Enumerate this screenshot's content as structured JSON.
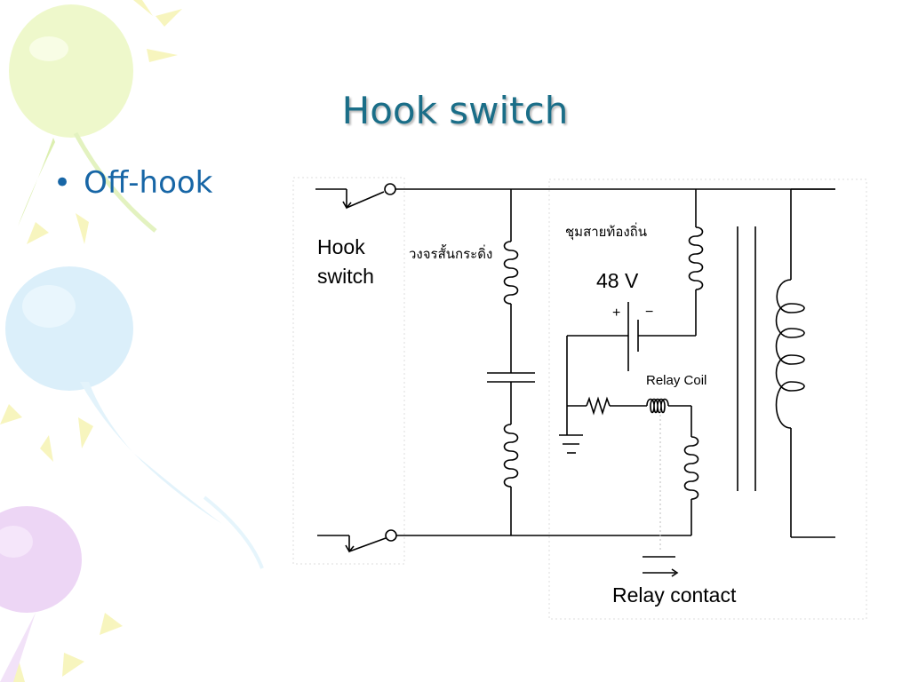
{
  "slide": {
    "title": "Hook switch",
    "bullets": [
      "Off-hook"
    ]
  },
  "diagram": {
    "label_hook_line1": "Hook",
    "label_hook_line2": "switch",
    "label_ring_circuit": "วงจรสั้นกระดิ่ง",
    "label_local_loop": "ชุมสายท้องถิ่น",
    "label_voltage": "48 V",
    "label_plus": "+",
    "label_minus": "−",
    "label_relay_coil": "Relay Coil",
    "label_relay_contact": "Relay contact"
  },
  "colors": {
    "title": "#1a6e88",
    "bullet": "#1766a6",
    "wire": "#000000"
  }
}
